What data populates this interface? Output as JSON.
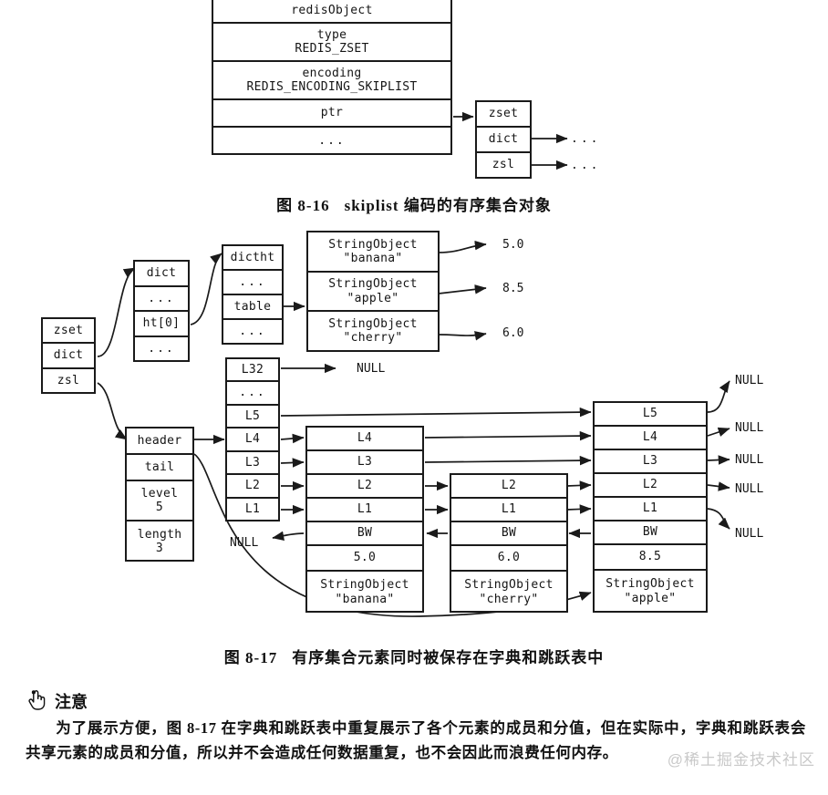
{
  "figure_8_16": {
    "caption_number": "图 8-16",
    "caption_text": "skiplist 编码的有序集合对象",
    "redis_object": {
      "title": "redisObject",
      "rows": [
        "type\nREDIS_ZSET",
        "encoding\nREDIS_ENCODING_SKIPLIST",
        "ptr",
        "..."
      ]
    },
    "zset": {
      "rows": [
        "zset",
        "dict",
        "zsl"
      ]
    },
    "dict_target": "...",
    "zsl_target": "..."
  },
  "figure_8_17": {
    "caption_number": "图 8-17",
    "caption_text": "有序集合元素同时被保存在字典和跳跃表中",
    "zset": {
      "rows": [
        "zset",
        "dict",
        "zsl"
      ]
    },
    "dict": {
      "rows": [
        "dict",
        "...",
        "ht[0]",
        "..."
      ]
    },
    "dictht": {
      "rows": [
        "dictht",
        "...",
        "table",
        "..."
      ]
    },
    "dict_entries": [
      {
        "key": "StringObject\n\"banana\"",
        "value": "5.0"
      },
      {
        "key": "StringObject\n\"apple\"",
        "value": "8.5"
      },
      {
        "key": "StringObject\n\"cherry\"",
        "value": "6.0"
      }
    ],
    "zskiplist": {
      "rows": [
        "header",
        "tail",
        "level\n5",
        "length\n3"
      ]
    },
    "skiplist_header": {
      "levels": [
        "L32",
        "...",
        "L5",
        "L4",
        "L3",
        "L2",
        "L1"
      ],
      "l32_target": "NULL",
      "backward_null": "NULL"
    },
    "skiplist_nodes": [
      {
        "name": "banana-node",
        "levels": [
          "L4",
          "L3",
          "L2",
          "L1"
        ],
        "backward": "BW",
        "score": "5.0",
        "member": "StringObject\n\"banana\""
      },
      {
        "name": "cherry-node",
        "levels": [
          "L2",
          "L1"
        ],
        "backward": "BW",
        "score": "6.0",
        "member": "StringObject\n\"cherry\""
      },
      {
        "name": "apple-node",
        "levels": [
          "L5",
          "L4",
          "L3",
          "L2",
          "L1"
        ],
        "backward": "BW",
        "score": "8.5",
        "member": "StringObject\n\"apple\""
      }
    ],
    "tail_nulls": [
      "NULL",
      "NULL",
      "NULL",
      "NULL",
      "NULL"
    ]
  },
  "note": {
    "title": "注意",
    "icon": "hand-pointer-icon",
    "paragraph": "为了展示方便，图 8-17 在字典和跳跃表中重复展示了各个元素的成员和分值，但在实际中，字典和跳跃表会共享元素的成员和分值，所以并不会造成任何数据重复，也不会因此而浪费任何内存。"
  },
  "watermark": {
    "text": "@稀土掘金技术社区"
  },
  "colors": {
    "ink": "#1a1a1a",
    "paper": "#ffffff",
    "watermark": "#c9c9c9"
  }
}
